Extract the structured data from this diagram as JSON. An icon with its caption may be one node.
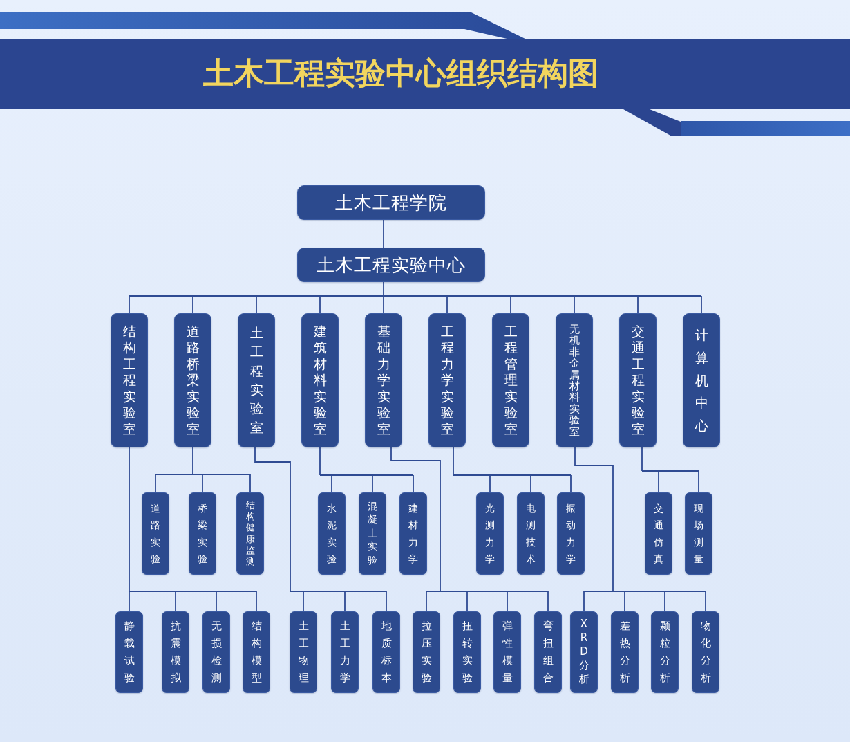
{
  "diagram": {
    "title": "土木工程实验中心组织结构图",
    "nodes": [
      {
        "text": [
          "土木工程学院"
        ]
      },
      {
        "text": [
          "土木工程实验中心"
        ]
      },
      {
        "text": [
          "结构工程实验室"
        ]
      },
      {
        "text": [
          "道路桥梁实验室"
        ]
      },
      {
        "text": [
          "土工程实验室"
        ]
      },
      {
        "text": [
          "建筑材料实验室"
        ]
      },
      {
        "text": [
          "基础力学实验室"
        ]
      },
      {
        "text": [
          "工程力学实验室"
        ]
      },
      {
        "text": [
          "工程管理实验室"
        ]
      },
      {
        "text": [
          "无机非金属材料实验室"
        ]
      },
      {
        "text": [
          "交通工程实验室"
        ]
      },
      {
        "text": [
          "计算机中心"
        ]
      },
      {
        "text": [
          "道路实验"
        ]
      },
      {
        "text": [
          "桥梁实验"
        ]
      },
      {
        "text": [
          "结构健康监测"
        ]
      },
      {
        "text": [
          "水泥实验"
        ]
      },
      {
        "text": [
          "混凝土实验"
        ]
      },
      {
        "text": [
          "建材力学"
        ]
      },
      {
        "text": [
          "光测力学"
        ]
      },
      {
        "text": [
          "电测技术"
        ]
      },
      {
        "text": [
          "振动力学"
        ]
      },
      {
        "text": [
          "交通仿真"
        ]
      },
      {
        "text": [
          "现场测量"
        ]
      },
      {
        "text": [
          "静载试验"
        ]
      },
      {
        "text": [
          "抗震模拟"
        ]
      },
      {
        "text": [
          "无损检测"
        ]
      },
      {
        "text": [
          "结构模型"
        ]
      },
      {
        "text": [
          "土工物理"
        ]
      },
      {
        "text": [
          "土工力学"
        ]
      },
      {
        "text": [
          "地质标本"
        ]
      },
      {
        "text": [
          "拉压实验"
        ]
      },
      {
        "text": [
          "扭转实验"
        ]
      },
      {
        "text": [
          "弹性模量"
        ]
      },
      {
        "text": [
          "弯扭组合"
        ]
      },
      {
        "text": [
          "XRD分析"
        ]
      },
      {
        "text": [
          "差热分析"
        ]
      },
      {
        "text": [
          "颗粒分析"
        ]
      },
      {
        "text": [
          "物化分析"
        ]
      }
    ],
    "edges": [
      {
        "from": 0,
        "to": 1,
        "arrow": "none"
      },
      {
        "from": 1,
        "to": 2,
        "arrow": "none"
      },
      {
        "from": 1,
        "to": 3,
        "arrow": "none"
      },
      {
        "from": 1,
        "to": 4,
        "arrow": "none"
      },
      {
        "from": 1,
        "to": 5,
        "arrow": "none"
      },
      {
        "from": 1,
        "to": 6,
        "arrow": "none"
      },
      {
        "from": 1,
        "to": 7,
        "arrow": "none"
      },
      {
        "from": 1,
        "to": 8,
        "arrow": "none"
      },
      {
        "from": 1,
        "to": 9,
        "arrow": "none"
      },
      {
        "from": 1,
        "to": 10,
        "arrow": "none"
      },
      {
        "from": 1,
        "to": 11,
        "arrow": "none"
      },
      {
        "from": 3,
        "to": 12,
        "arrow": "none"
      },
      {
        "from": 3,
        "to": 13,
        "arrow": "none"
      },
      {
        "from": 3,
        "to": 14,
        "arrow": "none"
      },
      {
        "from": 5,
        "to": 15,
        "arrow": "none"
      },
      {
        "from": 5,
        "to": 16,
        "arrow": "none"
      },
      {
        "from": 5,
        "to": 17,
        "arrow": "none"
      },
      {
        "from": 7,
        "to": 18,
        "arrow": "none"
      },
      {
        "from": 7,
        "to": 19,
        "arrow": "none"
      },
      {
        "from": 7,
        "to": 20,
        "arrow": "none"
      },
      {
        "from": 10,
        "to": 21,
        "arrow": "none"
      },
      {
        "from": 10,
        "to": 22,
        "arrow": "none"
      },
      {
        "from": 2,
        "to": 23,
        "arrow": "none"
      },
      {
        "from": 2,
        "to": 24,
        "arrow": "none"
      },
      {
        "from": 2,
        "to": 25,
        "arrow": "none"
      },
      {
        "from": 2,
        "to": 26,
        "arrow": "none"
      },
      {
        "from": 4,
        "to": 27,
        "arrow": "none"
      },
      {
        "from": 4,
        "to": 28,
        "arrow": "none"
      },
      {
        "from": 4,
        "to": 29,
        "arrow": "none"
      },
      {
        "from": 6,
        "to": 30,
        "arrow": "none"
      },
      {
        "from": 6,
        "to": 31,
        "arrow": "none"
      },
      {
        "from": 6,
        "to": 32,
        "arrow": "none"
      },
      {
        "from": 6,
        "to": 33,
        "arrow": "none"
      },
      {
        "from": 9,
        "to": 34,
        "arrow": "none"
      },
      {
        "from": 9,
        "to": 35,
        "arrow": "none"
      },
      {
        "from": 9,
        "to": 36,
        "arrow": "none"
      },
      {
        "from": 9,
        "to": 37,
        "arrow": "none"
      }
    ]
  }
}
